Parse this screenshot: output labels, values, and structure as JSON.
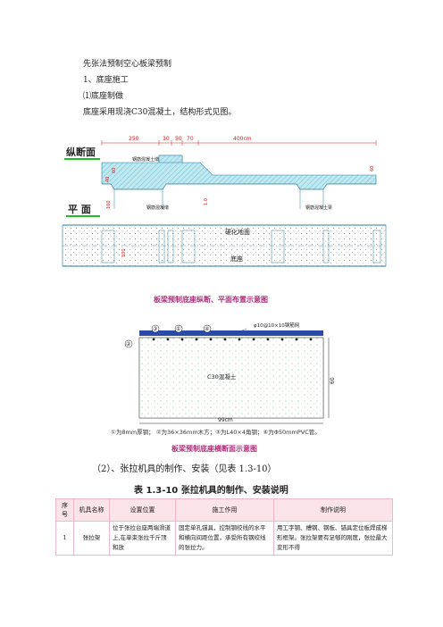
{
  "doc": {
    "title": "先张法预制空心板梁预制",
    "section1": "1、底座施工",
    "sub1": "⑴底座制做",
    "para1": "底座采用现浇C30混凝土，结构形式见图。",
    "section2": "（2）、张拉机具的制作、安装（见表 1.3-10）"
  },
  "fig1": {
    "label_long": "纵断面",
    "label_plan": "平  面",
    "dims": [
      "250",
      "30",
      "50",
      "70",
      "400cm"
    ],
    "dim_depth": [
      "40",
      "60",
      "40",
      "100",
      "60"
    ],
    "beam_label": "钢筋混凝土墩",
    "note_a": "钢筋混凝墩",
    "note_b": "钢筋混凝土梁",
    "note_c": "1.0",
    "ground_label": "硬化地面",
    "base_label": "底座",
    "width_label": "100",
    "caption": "板梁预制底座纵断、平面布置示意图"
  },
  "fig2": {
    "mesh_label": "φ10@10×10钢筋网",
    "concrete_label": "C30混凝土",
    "width": "99cm",
    "height": "60",
    "markers": [
      "②",
      "③",
      "①",
      "④"
    ],
    "legend": "①为8mm厚钢；  ②为36×36mm木方；③为L40×4角钢；④为Φ50mmPVC管。",
    "caption": "板梁预制底座横断面示意图"
  },
  "table": {
    "caption": "表 1.3-10    张拉机具的制作、安装说明",
    "headers": [
      "序号",
      "机具名称",
      "设置位置",
      "施工作用",
      "制作说明"
    ],
    "rows": [
      [
        "1",
        "张拉架",
        "位于张拉台座两端滑道上,在单束张拉千斤顶和放",
        "固定单孔锚具，控制钢绞线的水平和横向间距位置，承受所有钢绞线的张拉力。",
        "用工字钢、槽钢、钢板、锚具定位板焊成梯形框架。张拉架要有足够的刚度，张拉最大变形不得"
      ]
    ]
  },
  "colors": {
    "caption": "#b0307a",
    "table_border": "#f0b8cc",
    "table_header": "#fbe3ea",
    "concrete": "#bfe8f0",
    "dims": "#d02020"
  }
}
